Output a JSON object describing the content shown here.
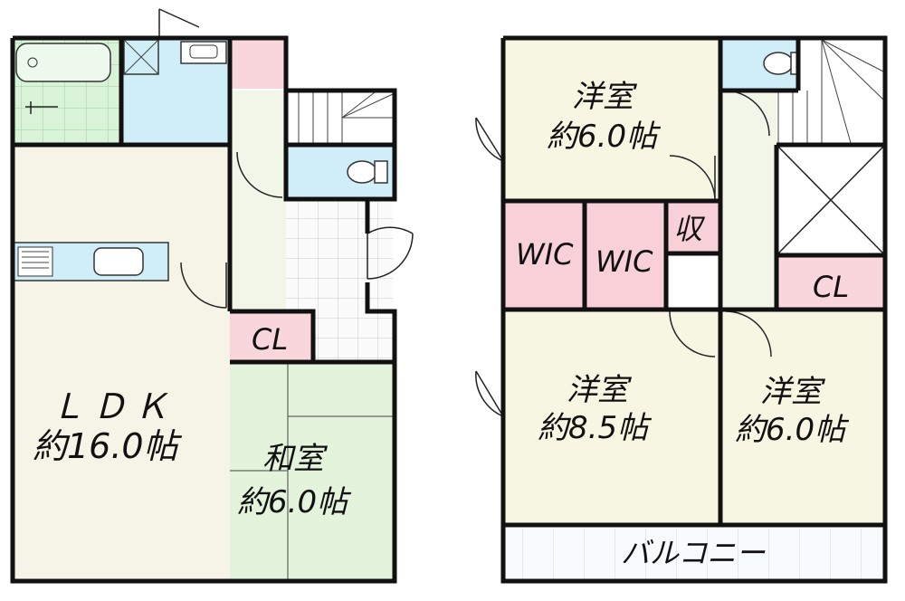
{
  "floor1": {
    "ldk": {
      "name": "ＬＤＫ",
      "size": "約16.0帖"
    },
    "washitsu": {
      "name": "和室",
      "size": "約6.0帖"
    },
    "closet": "CL"
  },
  "floor2": {
    "room_top": {
      "name": "洋室",
      "size": "約6.0帖"
    },
    "room_left": {
      "name": "洋室",
      "size": "約8.5帖"
    },
    "room_right": {
      "name": "洋室",
      "size": "約6.0帖"
    },
    "wic1": "WIC",
    "wic2": "WIC",
    "storage": "収",
    "closet": "CL",
    "balcony": "バルコニー"
  },
  "colors": {
    "wet": "#cfeef7",
    "bath": "#d6f3d6",
    "closet": "#f9d6dc",
    "wic": "#f8d0d8",
    "ldk": "#f6f4e6",
    "washitsu": "#e3f3dc",
    "room": "#f7f6e3",
    "hall": "#f2f6e8"
  }
}
